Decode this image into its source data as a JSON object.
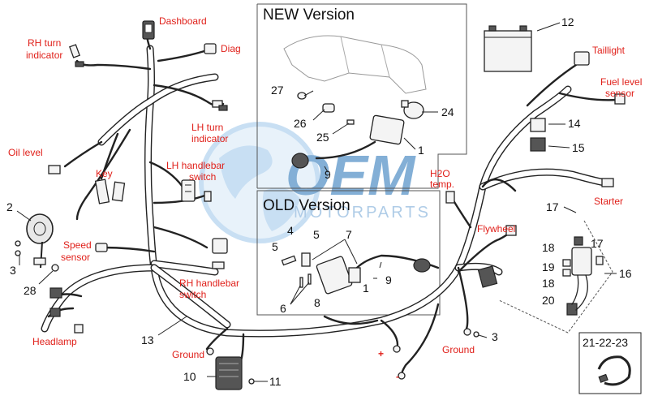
{
  "labels": {
    "dashboard": "Dashboard",
    "diag": "Diag",
    "rh_turn_indicator_1": "RH turn",
    "rh_turn_indicator_2": "indicator",
    "lh_turn_indicator_1": "LH turn",
    "lh_turn_indicator_2": "indicator",
    "oil_level": "Oil level",
    "key": "Key",
    "lh_handlebar_switch_1": "LH handlebar",
    "lh_handlebar_switch_2": "switch",
    "speed_sensor_1": "Speed",
    "speed_sensor_2": "sensor",
    "rh_handlebar_switch_1": "RH handlebar",
    "rh_handlebar_switch_2": "switch",
    "headlamp": "Headlamp",
    "ground_left": "Ground",
    "ground_right": "Ground",
    "taillight": "Taillight",
    "fuel_level_sensor_1": "Fuel level",
    "fuel_level_sensor_2": "sensor",
    "h2o_temp_1": "H2O",
    "h2o_temp_2": "temp.",
    "starter": "Starter",
    "flywheel": "Flywheel",
    "plus": "+",
    "minus": "-"
  },
  "boxes": {
    "new_version": "NEW Version",
    "old_version": "OLD Version",
    "kit_label": "21-22-23"
  },
  "part_numbers": {
    "n1_new": "1",
    "n1_old": "1",
    "n2": "2",
    "n3_left": "3",
    "n3_right": "3",
    "n4": "4",
    "n5_a": "5",
    "n5_b": "5",
    "n6": "6",
    "n7": "7",
    "n8": "8",
    "n9_new": "9",
    "n9_old": "9",
    "n10": "10",
    "n11": "11",
    "n12": "12",
    "n13": "13",
    "n14": "14",
    "n15": "15",
    "n16": "16",
    "n17_a": "17",
    "n17_b": "17",
    "n18_a": "18",
    "n18_b": "18",
    "n19": "19",
    "n20": "20",
    "n24": "24",
    "n25": "25",
    "n26": "26",
    "n27": "27",
    "n28": "28"
  },
  "watermark": {
    "brand": "OEM",
    "subtitle": "MOTORPARTS"
  },
  "colors": {
    "label_red": "#e0201a",
    "line_black": "#222222",
    "watermark_blue": "#1f6fb5",
    "watermark_light": "#9cc6ea"
  }
}
